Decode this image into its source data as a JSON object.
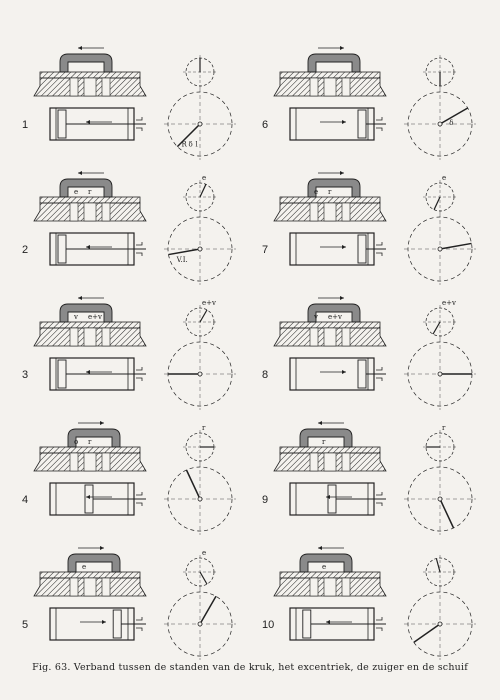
{
  "caption": "Fig. 63. Verband tussen de standen van de kruk, het excentriek, de zuiger en de schuif",
  "colors": {
    "ink": "#222222",
    "paper": "#f4f2ee",
    "steam": "#8a8a8a"
  },
  "panels": [
    {
      "number": "1",
      "crank_deg": 225,
      "ecc_deg": 90,
      "slide_arrow": "left",
      "piston_arrow": "left",
      "piston_pos": 0.0,
      "slide_labels": [],
      "ecc_labels": [],
      "crank_labels": [
        "R",
        "δ",
        "l"
      ]
    },
    {
      "number": "2",
      "crank_deg": 190,
      "ecc_deg": 65,
      "slide_arrow": "left",
      "piston_arrow": "left",
      "piston_pos": 0.0,
      "slide_labels": [
        "e",
        "r"
      ],
      "ecc_labels": [
        "e"
      ],
      "crank_labels": [
        "V.I."
      ]
    },
    {
      "number": "3",
      "crank_deg": 180,
      "ecc_deg": 60,
      "slide_arrow": "left",
      "piston_arrow": "left",
      "piston_pos": 0.0,
      "slide_labels": [
        "v",
        "e+v"
      ],
      "ecc_labels": [
        "e+v"
      ],
      "crank_labels": []
    },
    {
      "number": "4",
      "crank_deg": 115,
      "ecc_deg": 0,
      "slide_arrow": "right",
      "piston_arrow": "left",
      "piston_pos": 0.45,
      "slide_labels": [
        "o",
        "r"
      ],
      "ecc_labels": [
        "r"
      ],
      "crank_labels": []
    },
    {
      "number": "5",
      "crank_deg": 60,
      "ecc_deg": 300,
      "slide_arrow": "right",
      "piston_arrow": "right",
      "piston_pos": 0.92,
      "slide_labels": [
        "e"
      ],
      "ecc_labels": [
        "e"
      ],
      "crank_labels": []
    },
    {
      "number": "6",
      "crank_deg": 30,
      "ecc_deg": 270,
      "slide_arrow": "right",
      "piston_arrow": "right",
      "piston_pos": 1.0,
      "slide_labels": [],
      "ecc_labels": [],
      "crank_labels": [
        "δ"
      ]
    },
    {
      "number": "7",
      "crank_deg": 10,
      "ecc_deg": 245,
      "slide_arrow": "right",
      "piston_arrow": "right",
      "piston_pos": 1.0,
      "slide_labels": [
        "e",
        "r"
      ],
      "ecc_labels": [
        "e"
      ],
      "crank_labels": []
    },
    {
      "number": "8",
      "crank_deg": 0,
      "ecc_deg": 240,
      "slide_arrow": "right",
      "piston_arrow": "right",
      "piston_pos": 1.0,
      "slide_labels": [
        "v",
        "e+v"
      ],
      "ecc_labels": [
        "e+v"
      ],
      "crank_labels": []
    },
    {
      "number": "9",
      "crank_deg": 295,
      "ecc_deg": 180,
      "slide_arrow": "left",
      "piston_arrow": "left",
      "piston_pos": 0.5,
      "slide_labels": [
        "r"
      ],
      "ecc_labels": [
        "r"
      ],
      "crank_labels": []
    },
    {
      "number": "10",
      "crank_deg": 215,
      "ecc_deg": 105,
      "slide_arrow": "left",
      "piston_arrow": "left",
      "piston_pos": 0.08,
      "slide_labels": [
        "e"
      ],
      "ecc_labels": [],
      "crank_labels": []
    }
  ]
}
